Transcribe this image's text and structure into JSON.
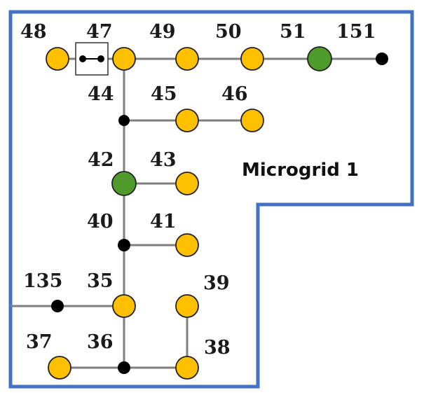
{
  "title": "Microgrid 1",
  "colors": {
    "border": "#4472c4",
    "line": "#7f7f7f",
    "load_node": "#ffc000",
    "generator_node": "#4e9a2a",
    "junction_node": "#000000"
  },
  "nodes": [
    {
      "id": "48",
      "kind": "load"
    },
    {
      "id": "47",
      "kind": "switch"
    },
    {
      "id": "44",
      "kind": "load"
    },
    {
      "id": "49",
      "kind": "load"
    },
    {
      "id": "50",
      "kind": "load"
    },
    {
      "id": "51",
      "kind": "generator"
    },
    {
      "id": "151",
      "kind": "junction"
    },
    {
      "id": "45",
      "kind": "load"
    },
    {
      "id": "46",
      "kind": "load"
    },
    {
      "id": "42",
      "kind": "generator"
    },
    {
      "id": "43",
      "kind": "load"
    },
    {
      "id": "40",
      "kind": "junction"
    },
    {
      "id": "41",
      "kind": "load"
    },
    {
      "id": "135",
      "kind": "junction"
    },
    {
      "id": "35",
      "kind": "load"
    },
    {
      "id": "39",
      "kind": "load"
    },
    {
      "id": "37",
      "kind": "load"
    },
    {
      "id": "36",
      "kind": "junction"
    },
    {
      "id": "38",
      "kind": "load"
    }
  ]
}
